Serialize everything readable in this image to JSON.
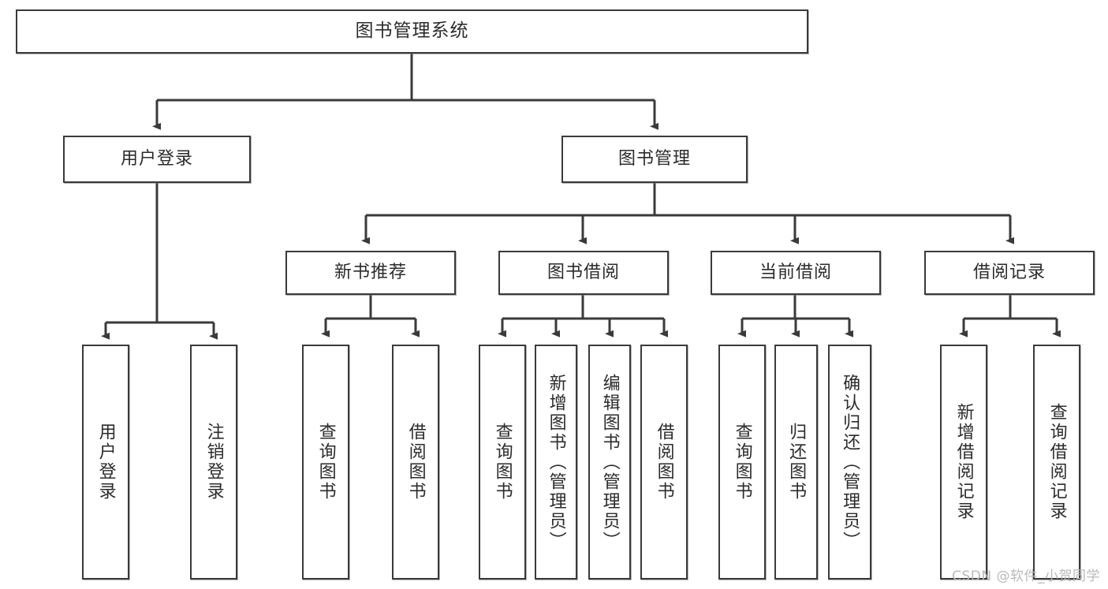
{
  "diagram": {
    "title": "图书管理系统",
    "type": "tree-hierarchy",
    "root": {
      "id": "root",
      "label": "图书管理系统"
    },
    "level2": [
      {
        "id": "user-login",
        "label": "用户登录"
      },
      {
        "id": "book-manage",
        "label": "图书管理"
      }
    ],
    "level3": [
      {
        "id": "new-book-rec",
        "label": "新书推荐",
        "parent": "book-manage"
      },
      {
        "id": "book-borrow",
        "label": "图书借阅",
        "parent": "book-manage"
      },
      {
        "id": "current-borrow",
        "label": "当前借阅",
        "parent": "book-manage"
      },
      {
        "id": "borrow-record",
        "label": "借阅记录",
        "parent": "book-manage"
      }
    ],
    "leaves": [
      {
        "id": "leaf-user-login",
        "label": "用户登录",
        "parent": "user-login"
      },
      {
        "id": "leaf-user-logout",
        "label": "注销登录",
        "parent": "user-login"
      },
      {
        "id": "leaf-rec-query",
        "label": "查询图书",
        "parent": "new-book-rec"
      },
      {
        "id": "leaf-rec-borrow",
        "label": "借阅图书",
        "parent": "new-book-rec"
      },
      {
        "id": "leaf-borrow-query",
        "label": "查询图书",
        "parent": "book-borrow"
      },
      {
        "id": "leaf-borrow-add",
        "label": "新增图书（管理员）",
        "parent": "book-borrow"
      },
      {
        "id": "leaf-borrow-edit",
        "label": "编辑图书（管理员）",
        "parent": "book-borrow"
      },
      {
        "id": "leaf-borrow-do",
        "label": "借阅图书",
        "parent": "book-borrow"
      },
      {
        "id": "leaf-cur-query",
        "label": "查询图书",
        "parent": "current-borrow"
      },
      {
        "id": "leaf-cur-return",
        "label": "归还图书",
        "parent": "current-borrow"
      },
      {
        "id": "leaf-cur-confirm",
        "label": "确认归还（管理员）",
        "parent": "current-borrow"
      },
      {
        "id": "leaf-rec-add",
        "label": "新增借阅记录",
        "parent": "borrow-record"
      },
      {
        "id": "leaf-rec-query2",
        "label": "查询借阅记录",
        "parent": "borrow-record"
      }
    ]
  },
  "colors": {
    "stroke": "#3a3a3a",
    "box_fill": "#ffffff",
    "text": "#2b2b2b",
    "watermark": "#b9b9b9",
    "background": "#ffffff"
  },
  "watermark": {
    "text": "CSDN @软件_小贺同学"
  }
}
